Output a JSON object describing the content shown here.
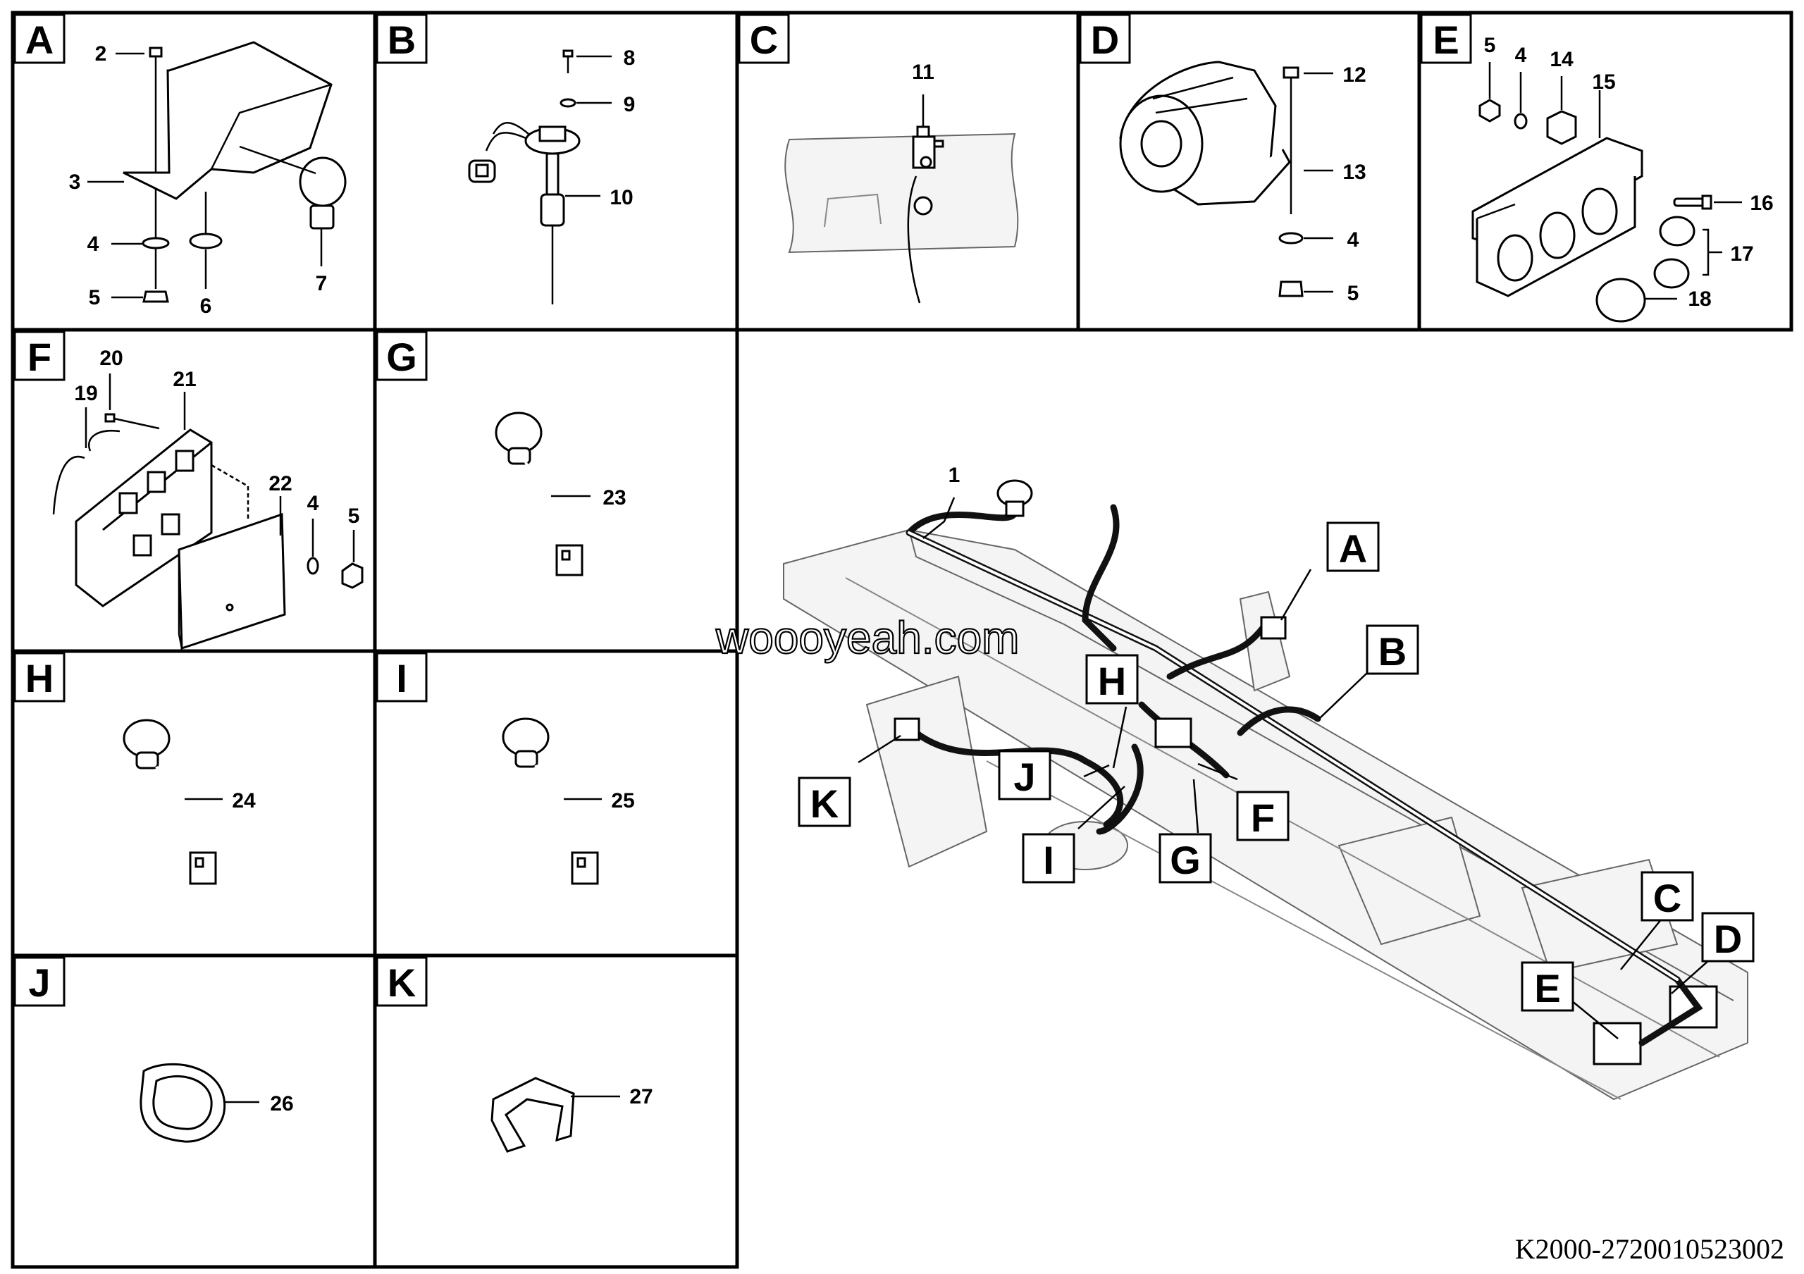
{
  "panels": [
    {
      "letter": "A",
      "parts": [
        "2",
        "3",
        "4",
        "5",
        "6",
        "7"
      ]
    },
    {
      "letter": "B",
      "parts": [
        "8",
        "9",
        "10"
      ]
    },
    {
      "letter": "C",
      "parts": [
        "11"
      ]
    },
    {
      "letter": "D",
      "parts": [
        "12",
        "13",
        "4",
        "5"
      ]
    },
    {
      "letter": "E",
      "parts": [
        "5",
        "4",
        "14",
        "15",
        "16",
        "17",
        "18"
      ]
    },
    {
      "letter": "F",
      "parts": [
        "20",
        "19",
        "21",
        "22",
        "4",
        "5"
      ]
    },
    {
      "letter": "G",
      "parts": [
        "23"
      ]
    },
    {
      "letter": "H",
      "parts": [
        "24"
      ]
    },
    {
      "letter": "I",
      "parts": [
        "25"
      ]
    },
    {
      "letter": "J",
      "parts": [
        "26"
      ]
    },
    {
      "letter": "K",
      "parts": [
        "27"
      ]
    }
  ],
  "overview": {
    "harness_label": "1",
    "callouts": [
      "A",
      "B",
      "C",
      "D",
      "E",
      "F",
      "G",
      "H",
      "I",
      "J",
      "K"
    ]
  },
  "watermark": "woooyeah.com",
  "drawing_code": "K2000-2720010523002"
}
